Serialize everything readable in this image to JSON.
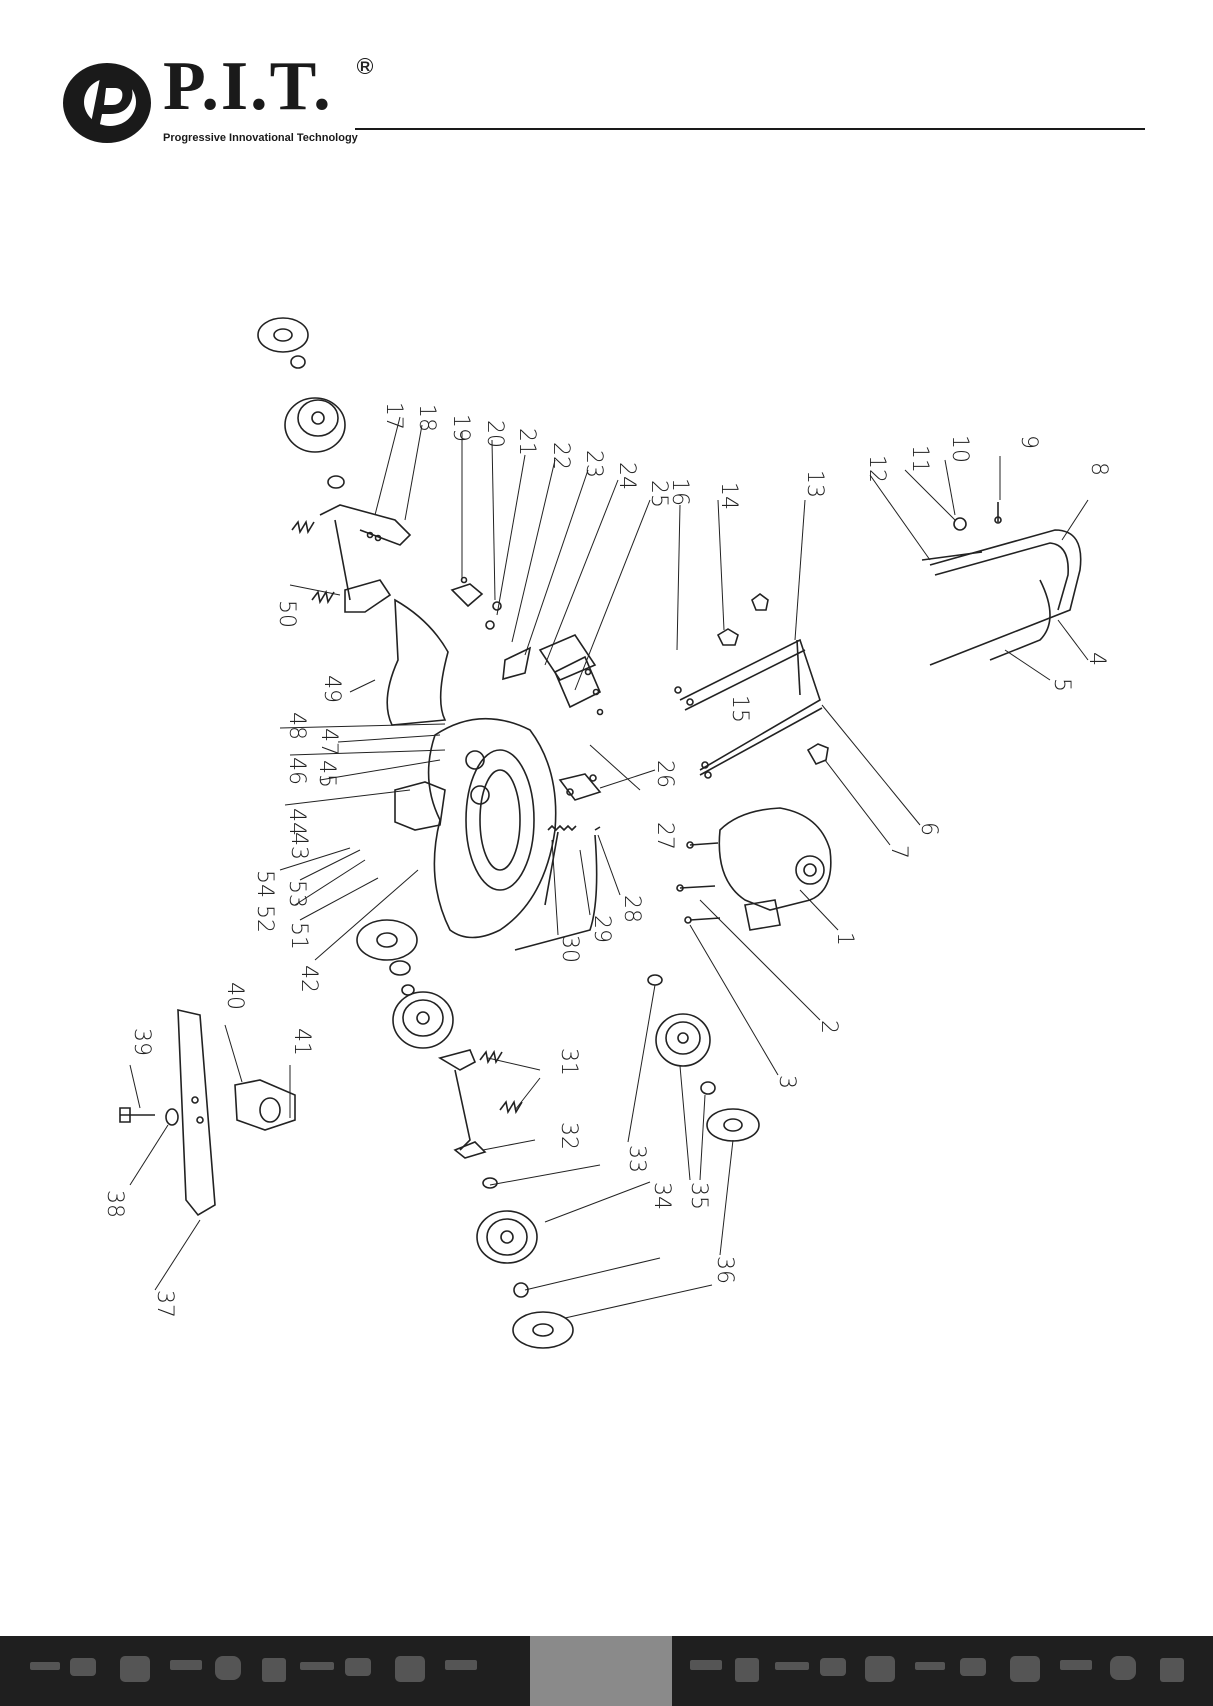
{
  "brand": {
    "name": "P.I.T.",
    "registered": "R",
    "tagline": "Progressive Innovational Technology"
  },
  "diagram": {
    "part_numbers": [
      "1",
      "2",
      "3",
      "4",
      "5",
      "6",
      "7",
      "8",
      "9",
      "10",
      "11",
      "12",
      "13",
      "14",
      "15",
      "16",
      "17",
      "18",
      "19",
      "20",
      "21",
      "22",
      "23",
      "24",
      "25",
      "26",
      "27",
      "28",
      "29",
      "30",
      "31",
      "32",
      "33",
      "34",
      "35",
      "36",
      "37",
      "38",
      "39",
      "40",
      "41",
      "42",
      "43",
      "44",
      "45",
      "46",
      "47",
      "48",
      "49",
      "50",
      "51",
      "52",
      "53",
      "54"
    ]
  },
  "colors": {
    "ink": "#222222",
    "footer": "#1f1f1f",
    "footer_page": "#8a8a8a",
    "icons": "#555555"
  }
}
